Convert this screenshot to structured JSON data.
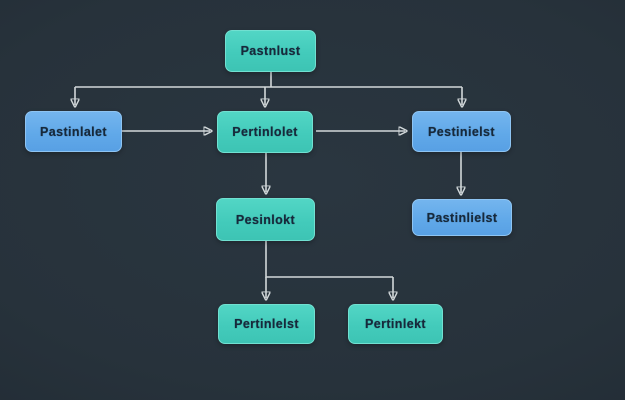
{
  "diagram": {
    "title": "flowchart",
    "background_color": "#27323b",
    "vignette_color": "#151b21",
    "arrow_color": "#d2d8da",
    "label_text_color": "#17293b",
    "node_colors": {
      "teal": "#43cbbb",
      "blue": "#61a9e9"
    }
  },
  "nodes": [
    {
      "id": "top",
      "label": "Pastnlust",
      "color": "teal"
    },
    {
      "id": "row2-left",
      "label": "Pastinlalet",
      "color": "blue"
    },
    {
      "id": "row2-center",
      "label": "Pertinlolet",
      "color": "teal"
    },
    {
      "id": "row2-right",
      "label": "Pestinielst",
      "color": "blue"
    },
    {
      "id": "row3-center",
      "label": "Pesinlokt",
      "color": "teal"
    },
    {
      "id": "row3-right",
      "label": "Pastinlielst",
      "color": "blue"
    },
    {
      "id": "bottom-left",
      "label": "Pertinlelst",
      "color": "teal"
    },
    {
      "id": "bottom-right",
      "label": "Pertinlekt",
      "color": "teal"
    }
  ],
  "edges": [
    {
      "from": "top",
      "to": "row2-left"
    },
    {
      "from": "top",
      "to": "row2-center"
    },
    {
      "from": "top",
      "to": "row2-right"
    },
    {
      "from": "row2-left",
      "to": "row2-center"
    },
    {
      "from": "row2-center",
      "to": "row2-right"
    },
    {
      "from": "row2-center",
      "to": "row3-center"
    },
    {
      "from": "row2-right",
      "to": "row3-right"
    },
    {
      "from": "row3-center",
      "to": "bottom-left"
    },
    {
      "from": "row3-center",
      "to": "bottom-right"
    }
  ]
}
